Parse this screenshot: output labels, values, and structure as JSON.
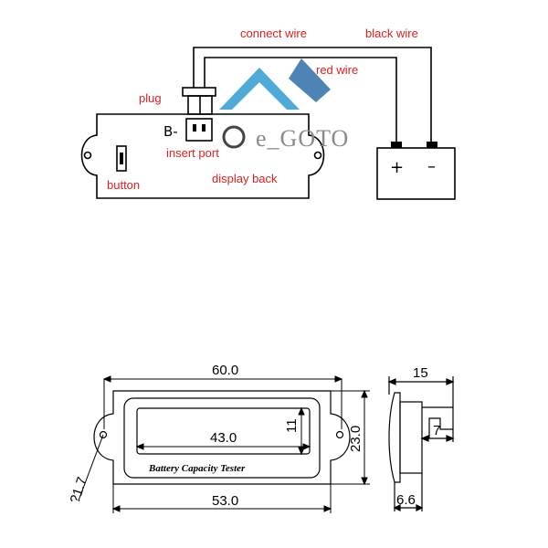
{
  "wiring": {
    "labels": {
      "connect_wire": "connect wire",
      "black_wire": "black wire",
      "red_wire": "red wire",
      "plug": "plug",
      "b_minus": "B-",
      "insert_port": "insert port",
      "display_back": "display back",
      "button": "button"
    },
    "battery": {
      "positive": "+",
      "negative": "–"
    }
  },
  "watermark": {
    "brand": "e_GOTO",
    "color": "#2f9bd0"
  },
  "dimensions": {
    "overall_width": "60.0",
    "window_width": "43.0",
    "window_height": "11",
    "body_width": "53.0",
    "total_height": "23.0",
    "hole": "?1.7",
    "depth": "15",
    "tab": "7",
    "base": "6.6",
    "product_title": "Battery Capacity Tester"
  },
  "colors": {
    "label_red": "#e0201e",
    "line": "#000000"
  }
}
